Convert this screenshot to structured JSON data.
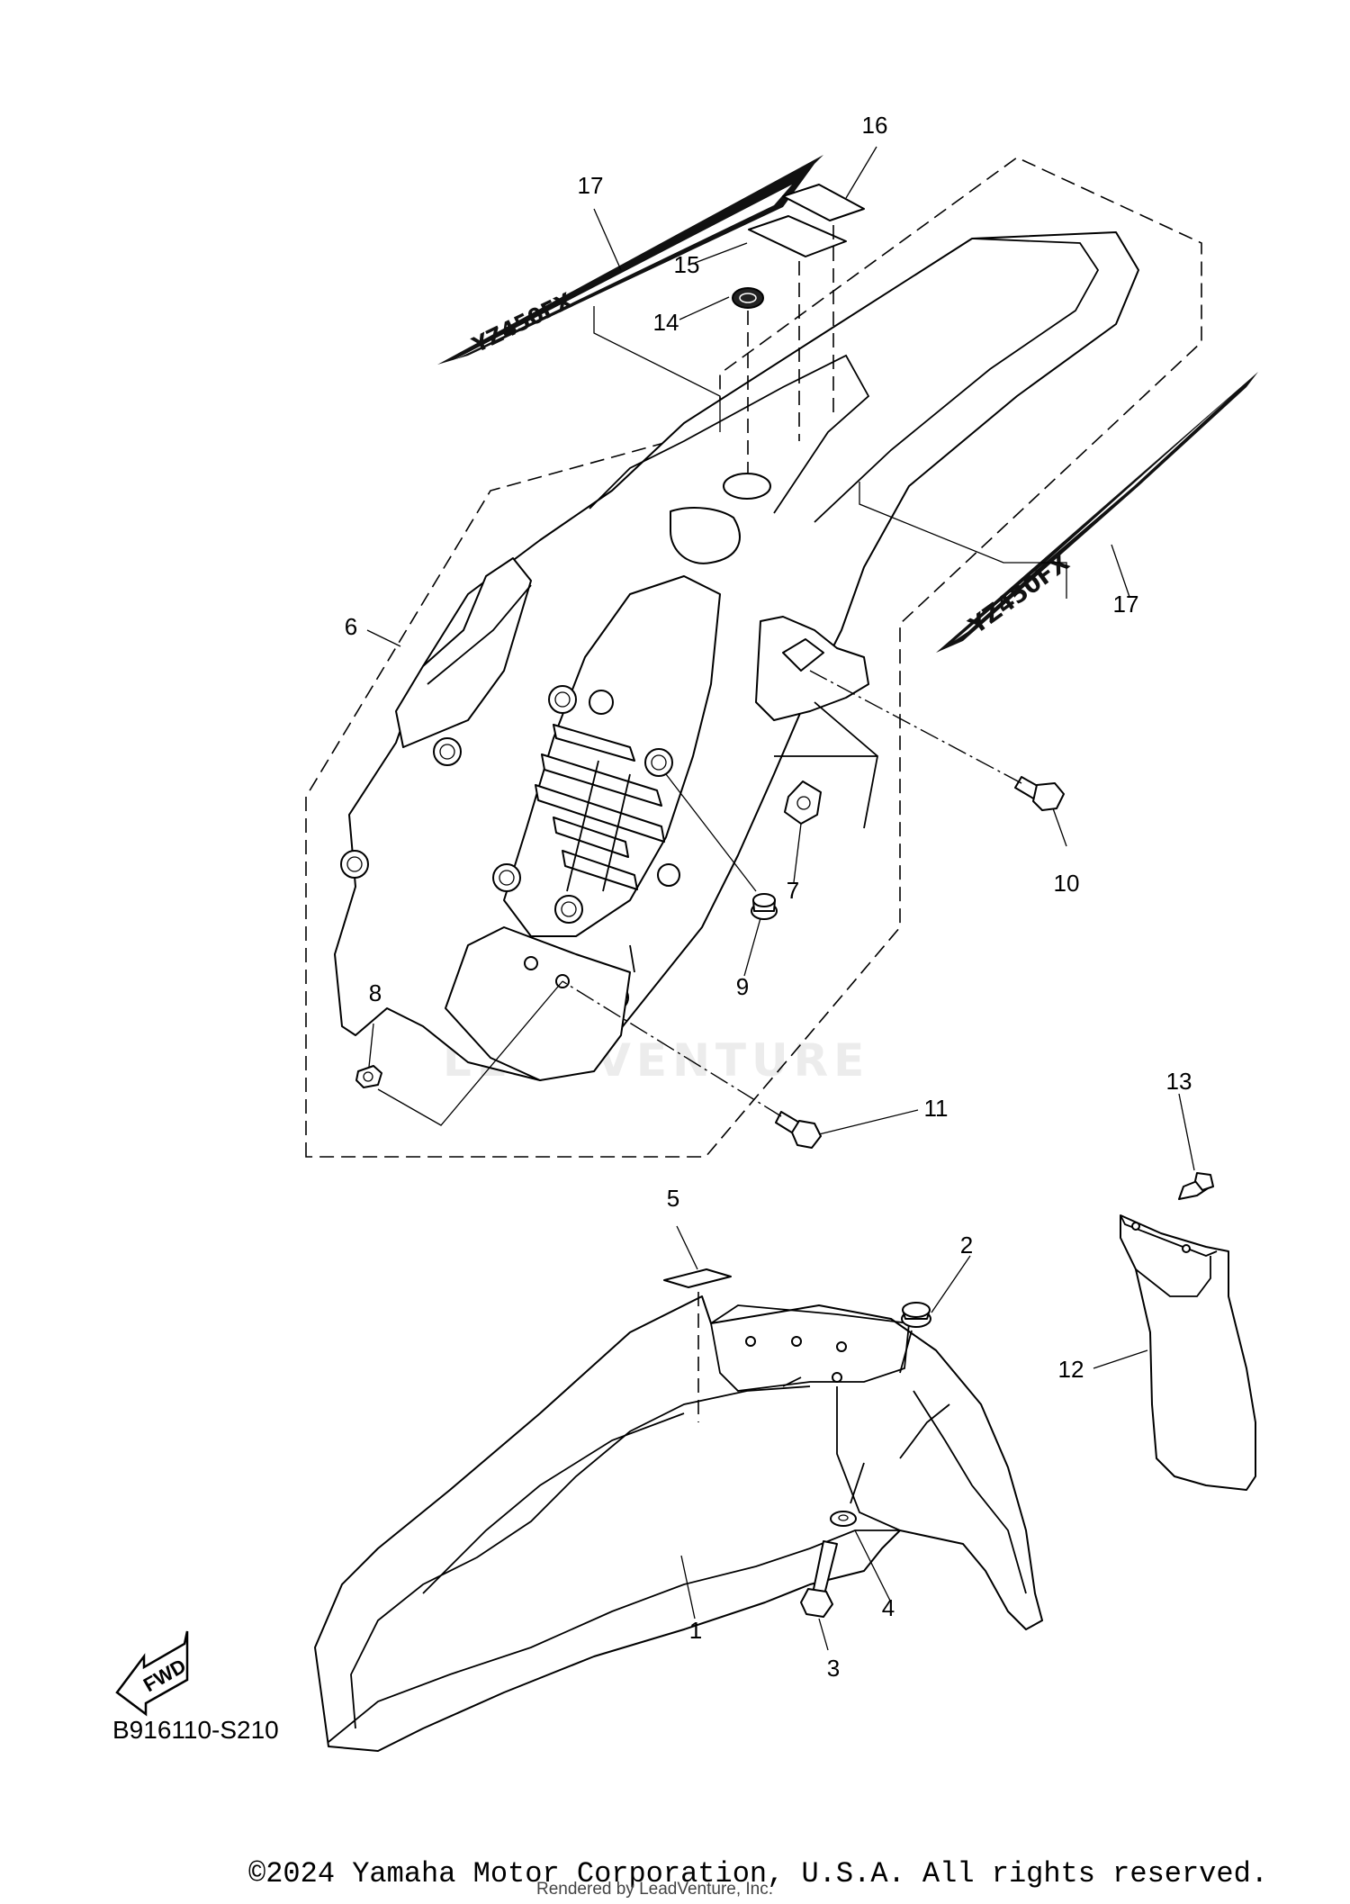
{
  "diagram": {
    "callouts": [
      {
        "id": "16",
        "label": "16"
      },
      {
        "id": "17a",
        "label": "17"
      },
      {
        "id": "15",
        "label": "15"
      },
      {
        "id": "14",
        "label": "14"
      },
      {
        "id": "17b",
        "label": "17"
      },
      {
        "id": "6",
        "label": "6"
      },
      {
        "id": "10",
        "label": "10"
      },
      {
        "id": "7",
        "label": "7"
      },
      {
        "id": "9",
        "label": "9"
      },
      {
        "id": "8",
        "label": "8"
      },
      {
        "id": "11",
        "label": "11"
      },
      {
        "id": "13",
        "label": "13"
      },
      {
        "id": "5",
        "label": "5"
      },
      {
        "id": "2",
        "label": "2"
      },
      {
        "id": "12",
        "label": "12"
      },
      {
        "id": "1",
        "label": "1"
      },
      {
        "id": "4",
        "label": "4"
      },
      {
        "id": "3",
        "label": "3"
      }
    ],
    "decal_text_rear": "YZ450FX",
    "decal_text_side": "YZ450FX",
    "fwd_label": "FWD",
    "diagram_code": "B916110-S210",
    "watermark": "LEADVENTURE",
    "copyright": "©2024 Yamaha Motor Corporation, U.S.A. All rights reserved.",
    "rendered_by": "Rendered by LeadVenture, Inc."
  }
}
